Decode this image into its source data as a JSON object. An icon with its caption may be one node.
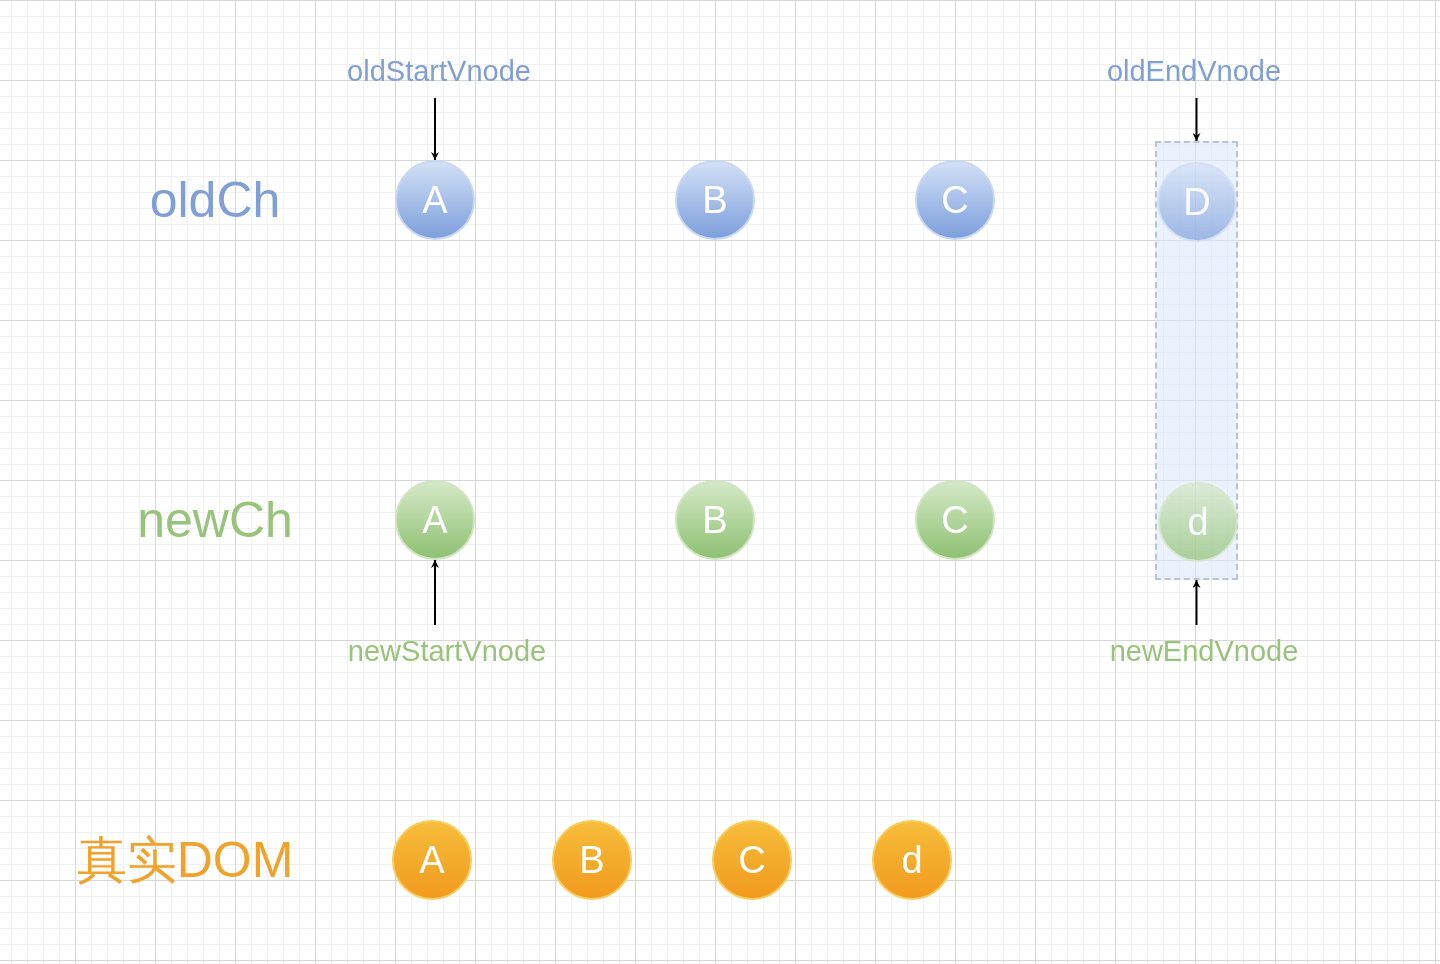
{
  "diagram": {
    "nodes": [
      {
        "text": [
          "oldStartVnode"
        ]
      },
      {
        "text": [
          "oldEndVnode"
        ]
      },
      {
        "text": [
          "A"
        ]
      },
      {
        "text": [
          "B"
        ]
      },
      {
        "text": [
          "C"
        ]
      },
      {
        "text": [],
        "shape": "box"
      },
      {
        "text": [
          "D"
        ],
        "in": 5
      },
      {
        "text": [
          "A"
        ]
      },
      {
        "text": [
          "B"
        ]
      },
      {
        "text": [
          "C"
        ]
      },
      {
        "text": [
          "d"
        ],
        "in": 5
      },
      {
        "text": [
          "newStartVnode"
        ]
      },
      {
        "text": [
          "newEndVnode"
        ]
      },
      {
        "text": [
          "A"
        ]
      },
      {
        "text": [
          "B"
        ]
      },
      {
        "text": [
          "C"
        ]
      },
      {
        "text": [
          "d"
        ]
      }
    ],
    "edges": [
      {
        "from": 0,
        "to": 2,
        "arrow": "to"
      },
      {
        "from": 1,
        "to": 5,
        "arrow": "to"
      },
      {
        "from": 11,
        "to": 7,
        "arrow": "to"
      },
      {
        "from": 12,
        "to": 5,
        "arrow": "to"
      }
    ],
    "labels": [
      "oldCh",
      "newCh",
      "真实DOM"
    ]
  }
}
